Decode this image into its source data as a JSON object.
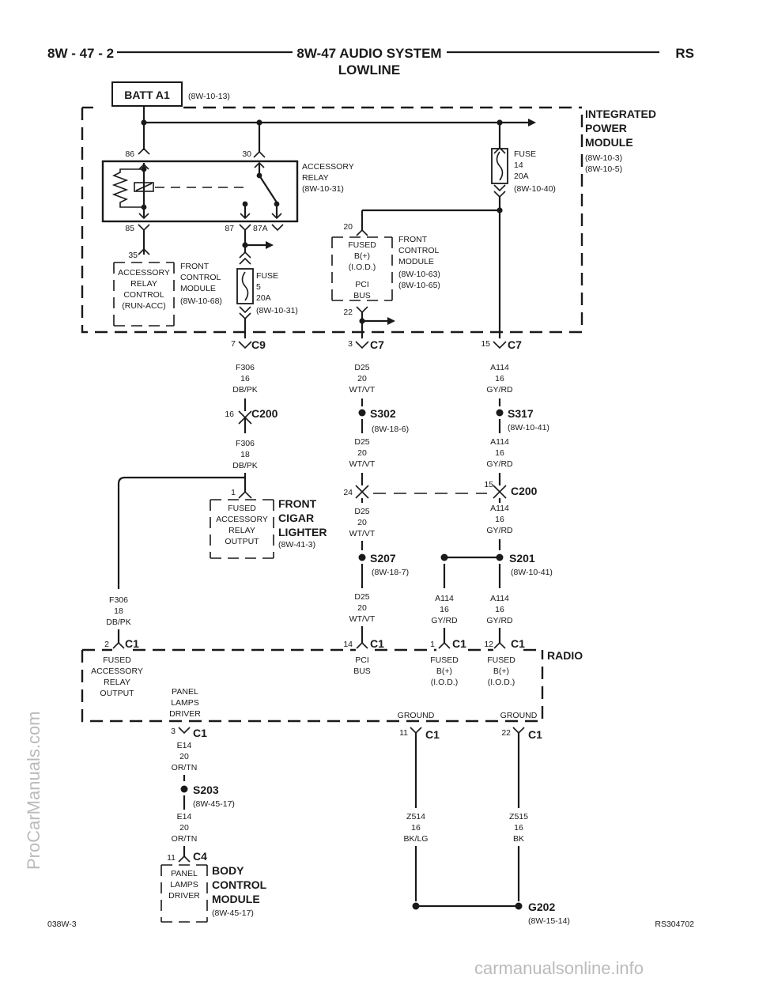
{
  "header": {
    "page": "8W - 47 - 2",
    "title": "8W-47 AUDIO SYSTEM",
    "subtitle": "LOWLINE",
    "code": "RS"
  },
  "batt": {
    "label": "BATT A1",
    "ref": "(8W-10-13)"
  },
  "ipm": {
    "title1": "INTEGRATED",
    "title2": "POWER",
    "title3": "MODULE",
    "ref1": "(8W-10-3)",
    "ref2": "(8W-10-5)"
  },
  "relay": {
    "pin86": "86",
    "pin30": "30",
    "pin85": "85",
    "pin87": "87",
    "pin87a": "87A",
    "name1": "ACCESSORY",
    "name2": "RELAY",
    "ref": "(8W-10-31)"
  },
  "fuse14": {
    "l1": "FUSE",
    "l2": "14",
    "l3": "20A",
    "ref": "(8W-10-40)"
  },
  "fuse5": {
    "l1": "FUSE",
    "l2": "5",
    "l3": "20A",
    "ref": "(8W-10-31)"
  },
  "fcm1": {
    "pin": "35",
    "b1": "ACCESSORY",
    "b2": "RELAY",
    "b3": "CONTROL",
    "b4": "(RUN-ACC)",
    "n1": "FRONT",
    "n2": "CONTROL",
    "n3": "MODULE",
    "ref": "(8W-10-68)"
  },
  "fcm2": {
    "pin20": "20",
    "pin22": "22",
    "b1": "FUSED",
    "b2": "B(+)",
    "b3": "(I.O.D.)",
    "b4": "PCI",
    "b5": "BUS",
    "n1": "FRONT",
    "n2": "CONTROL",
    "n3": "MODULE",
    "ref1": "(8W-10-63)",
    "ref2": "(8W-10-65)"
  },
  "c9": {
    "pin": "7",
    "name": "C9"
  },
  "c7a": {
    "pin": "3",
    "name": "C7"
  },
  "c7b": {
    "pin": "15",
    "name": "C7"
  },
  "w_f306_16": {
    "id": "F306",
    "gauge": "16",
    "color": "DB/PK"
  },
  "c200a": {
    "pin": "16",
    "name": "C200"
  },
  "w_f306_18a": {
    "id": "F306",
    "gauge": "18",
    "color": "DB/PK"
  },
  "lighter": {
    "pin": "1",
    "b1": "FUSED",
    "b2": "ACCESSORY",
    "b3": "RELAY",
    "b4": "OUTPUT",
    "n1": "FRONT",
    "n2": "CIGAR",
    "n3": "LIGHTER",
    "ref": "(8W-41-3)"
  },
  "w_f306_18b": {
    "id": "F306",
    "gauge": "18",
    "color": "DB/PK"
  },
  "w_d25a": {
    "id": "D25",
    "gauge": "20",
    "color": "WT/VT"
  },
  "s302": {
    "name": "S302",
    "ref": "(8W-18-6)"
  },
  "w_d25b": {
    "id": "D25",
    "gauge": "20",
    "color": "WT/VT"
  },
  "c200b": {
    "pin24": "24",
    "pin15": "15",
    "name": "C200"
  },
  "w_d25c": {
    "id": "D25",
    "gauge": "20",
    "color": "WT/VT"
  },
  "s207": {
    "name": "S207",
    "ref": "(8W-18-7)"
  },
  "w_d25d": {
    "id": "D25",
    "gauge": "20",
    "color": "WT/VT"
  },
  "w_a114a": {
    "id": "A114",
    "gauge": "16",
    "color": "GY/RD"
  },
  "s317": {
    "name": "S317",
    "ref": "(8W-10-41)"
  },
  "w_a114b": {
    "id": "A114",
    "gauge": "16",
    "color": "GY/RD"
  },
  "w_a114c": {
    "id": "A114",
    "gauge": "16",
    "color": "GY/RD"
  },
  "s201": {
    "name": "S201",
    "ref": "(8W-10-41)"
  },
  "w_a114d": {
    "id": "A114",
    "gauge": "16",
    "color": "GY/RD"
  },
  "w_a114e": {
    "id": "A114",
    "gauge": "16",
    "color": "GY/RD"
  },
  "radio": {
    "name": "RADIO",
    "p2": "2",
    "p14": "14",
    "p1": "1",
    "p12": "12",
    "p3": "3",
    "p11": "11",
    "p22": "22",
    "c1": "C1",
    "f1": "FUSED",
    "f2": "ACCESSORY",
    "f3": "RELAY",
    "f4": "OUTPUT",
    "pci1": "PCI",
    "pci2": "BUS",
    "fb1": "FUSED",
    "fb2": "B(+)",
    "fb3": "(I.O.D.)",
    "pl1": "PANEL",
    "pl2": "LAMPS",
    "pl3": "DRIVER",
    "gnd": "GROUND"
  },
  "w_e14a": {
    "id": "E14",
    "gauge": "20",
    "color": "OR/TN"
  },
  "s203": {
    "name": "S203",
    "ref": "(8W-45-17)"
  },
  "w_e14b": {
    "id": "E14",
    "gauge": "20",
    "color": "OR/TN"
  },
  "bcm": {
    "pin": "11",
    "conn": "C4",
    "b1": "PANEL",
    "b2": "LAMPS",
    "b3": "DRIVER",
    "n1": "BODY",
    "n2": "CONTROL",
    "n3": "MODULE",
    "ref": "(8W-45-17)"
  },
  "w_z514": {
    "id": "Z514",
    "gauge": "16",
    "color": "BK/LG"
  },
  "w_z515": {
    "id": "Z515",
    "gauge": "16",
    "color": "BK"
  },
  "g202": {
    "name": "G202",
    "ref": "(8W-15-14)"
  },
  "footer": {
    "left": "038W-3",
    "right": "RS304702"
  },
  "watermark": {
    "side": "ProCarManuals.com",
    "bottom": "carmanualsonline.info"
  }
}
